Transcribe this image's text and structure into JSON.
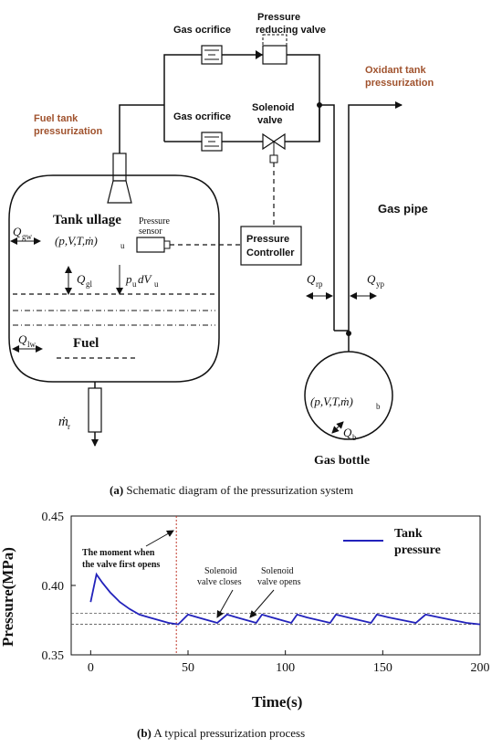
{
  "schematic": {
    "caption_prefix": "(a)",
    "caption_text": " Schematic diagram of the pressurization system",
    "gas_orifice_top": "Gas ocrifice",
    "gas_orifice_bottom": "Gas ocrifice",
    "pressure_reducing_valve": [
      "Pressure",
      "reducing valve"
    ],
    "solenoid_valve": [
      "Solenoid",
      "valve"
    ],
    "oxidant_tank_pressurization": [
      "Oxidant tank",
      "pressurization"
    ],
    "fuel_tank_pressurization": [
      "Fuel tank",
      "pressurization"
    ],
    "tank_ullage": "Tank ullage",
    "tank_state": "(p,V,T,ṁ)",
    "tank_state_sub": "u",
    "pressure_sensor": [
      "Pressure",
      "sensor"
    ],
    "pressure_controller": [
      "Pressure",
      "Controller"
    ],
    "gas_pipe": "Gas pipe",
    "fuel": "Fuel",
    "q_gw": "Q",
    "q_gw_sub": "gw",
    "q_gl": "Q",
    "q_gl_sub": "gl",
    "pu_dvu": "p",
    "pu_sub": "u",
    "dvu": "dV",
    "dvu_sub": "u",
    "q_lw": "Q",
    "q_lw_sub": "lw",
    "m_r": "ṁ",
    "m_r_sub": "r",
    "q_rp": "Q",
    "q_rp_sub": "rp",
    "q_yp": "Q",
    "q_yp_sub": "yp",
    "bottle_state": "(p,V,T,ṁ)",
    "bottle_state_sub": "b",
    "q_b": "Q",
    "q_b_sub": "b",
    "gas_bottle": "Gas bottle"
  },
  "chart_data": {
    "type": "line",
    "caption_prefix": "(b)",
    "caption_text": " A typical pressurization process",
    "xlabel": "Time(s)",
    "ylabel": "Pressure(MPa)",
    "xlim": [
      -10,
      200
    ],
    "ylim": [
      0.35,
      0.45
    ],
    "xticks": [
      0,
      50,
      100,
      150,
      200
    ],
    "yticks": [
      0.35,
      0.4,
      0.45
    ],
    "ytick_labels": [
      "0.35",
      "0.40",
      "0.45"
    ],
    "legend_position": "top-right",
    "series": [
      {
        "name": "Tank pressure",
        "color": "#2222bb",
        "x": [
          0,
          3,
          6,
          10,
          15,
          20,
          25,
          30,
          35,
          40,
          45,
          50,
          55,
          60,
          65,
          70,
          75,
          80,
          85,
          88,
          93,
          98,
          103,
          106,
          111,
          117,
          123,
          126,
          132,
          138,
          144,
          147,
          153,
          160,
          167,
          172,
          179,
          186,
          193,
          200
        ],
        "y": [
          0.388,
          0.408,
          0.402,
          0.395,
          0.388,
          0.383,
          0.379,
          0.377,
          0.375,
          0.373,
          0.372,
          0.379,
          0.377,
          0.375,
          0.373,
          0.379,
          0.377,
          0.375,
          0.373,
          0.379,
          0.377,
          0.375,
          0.373,
          0.379,
          0.377,
          0.375,
          0.373,
          0.379,
          0.377,
          0.375,
          0.373,
          0.379,
          0.377,
          0.375,
          0.373,
          0.379,
          0.377,
          0.375,
          0.373,
          0.372
        ]
      }
    ],
    "reference_lines_y": [
      0.38,
      0.372
    ],
    "event_line_x": 44,
    "legend_label": [
      "Tank",
      "pressure"
    ],
    "annotations": {
      "valve_first_opens": [
        "The moment when",
        "the valve first opens"
      ],
      "valve_closes": [
        "Solenoid",
        "valve closes"
      ],
      "valve_opens": [
        "Solenoid",
        "valve opens"
      ]
    }
  }
}
